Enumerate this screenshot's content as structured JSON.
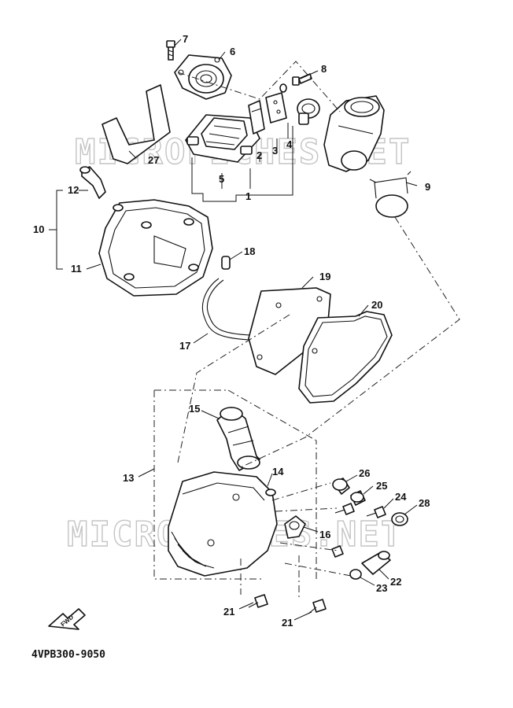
{
  "watermark": "MICROFICHES.NET",
  "document_number": "4VPB300-9050",
  "fwd_label": "FWD",
  "callouts": {
    "c1": "1",
    "c2": "2",
    "c3": "3",
    "c4": "4",
    "c5": "5",
    "c6": "6",
    "c7": "7",
    "c8": "8",
    "c9": "9",
    "c10": "10",
    "c11": "11",
    "c12": "12",
    "c13": "13",
    "c14": "14",
    "c15": "15",
    "c16": "16",
    "c17": "17",
    "c18": "18",
    "c19": "19",
    "c20": "20",
    "c21a": "21",
    "c21b": "21",
    "c22": "22",
    "c23": "23",
    "c24": "24",
    "c25": "25",
    "c26": "26",
    "c27": "27",
    "c28": "28"
  }
}
